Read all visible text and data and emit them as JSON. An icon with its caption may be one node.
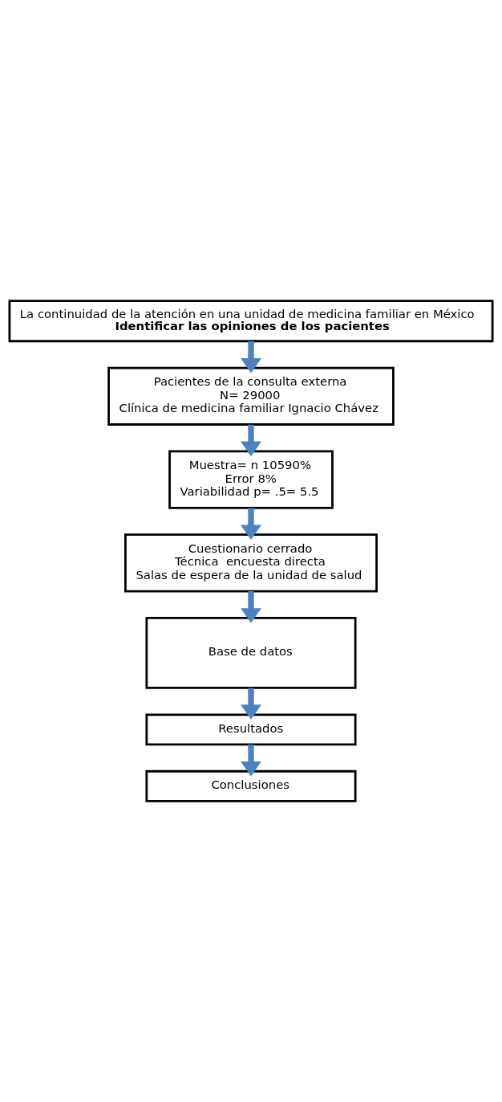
{
  "diagram": {
    "nodes": [
      {
        "text": [
          "La continuidad de la atención en una unidad de medicina familiar en México",
          "Identificar las opiniones de los pacientes"
        ]
      },
      {
        "text": [
          "Pacientes de la consulta externa",
          "N= 29000",
          "Clínica de medicina familiar Ignacio Chávez"
        ]
      },
      {
        "text": [
          "Muestra= n 10590%",
          "Error 8%",
          "Variabilidad p= .5= 5.5"
        ]
      },
      {
        "text": [
          "Cuestionario cerrado",
          "Técnica  encuesta directa",
          "Salas de espera de la unidad de salud"
        ]
      },
      {
        "text": [
          "Base de datos"
        ]
      },
      {
        "text": [
          "Resultados"
        ]
      },
      {
        "text": [
          "Conclusiones"
        ]
      }
    ],
    "edges": [
      {
        "from": 0,
        "to": 1,
        "arrow": "to"
      },
      {
        "from": 1,
        "to": 2,
        "arrow": "to"
      },
      {
        "from": 2,
        "to": 3,
        "arrow": "to"
      },
      {
        "from": 3,
        "to": 4,
        "arrow": "to"
      },
      {
        "from": 4,
        "to": 5,
        "arrow": "to"
      },
      {
        "from": 5,
        "to": 6,
        "arrow": "to"
      }
    ]
  }
}
